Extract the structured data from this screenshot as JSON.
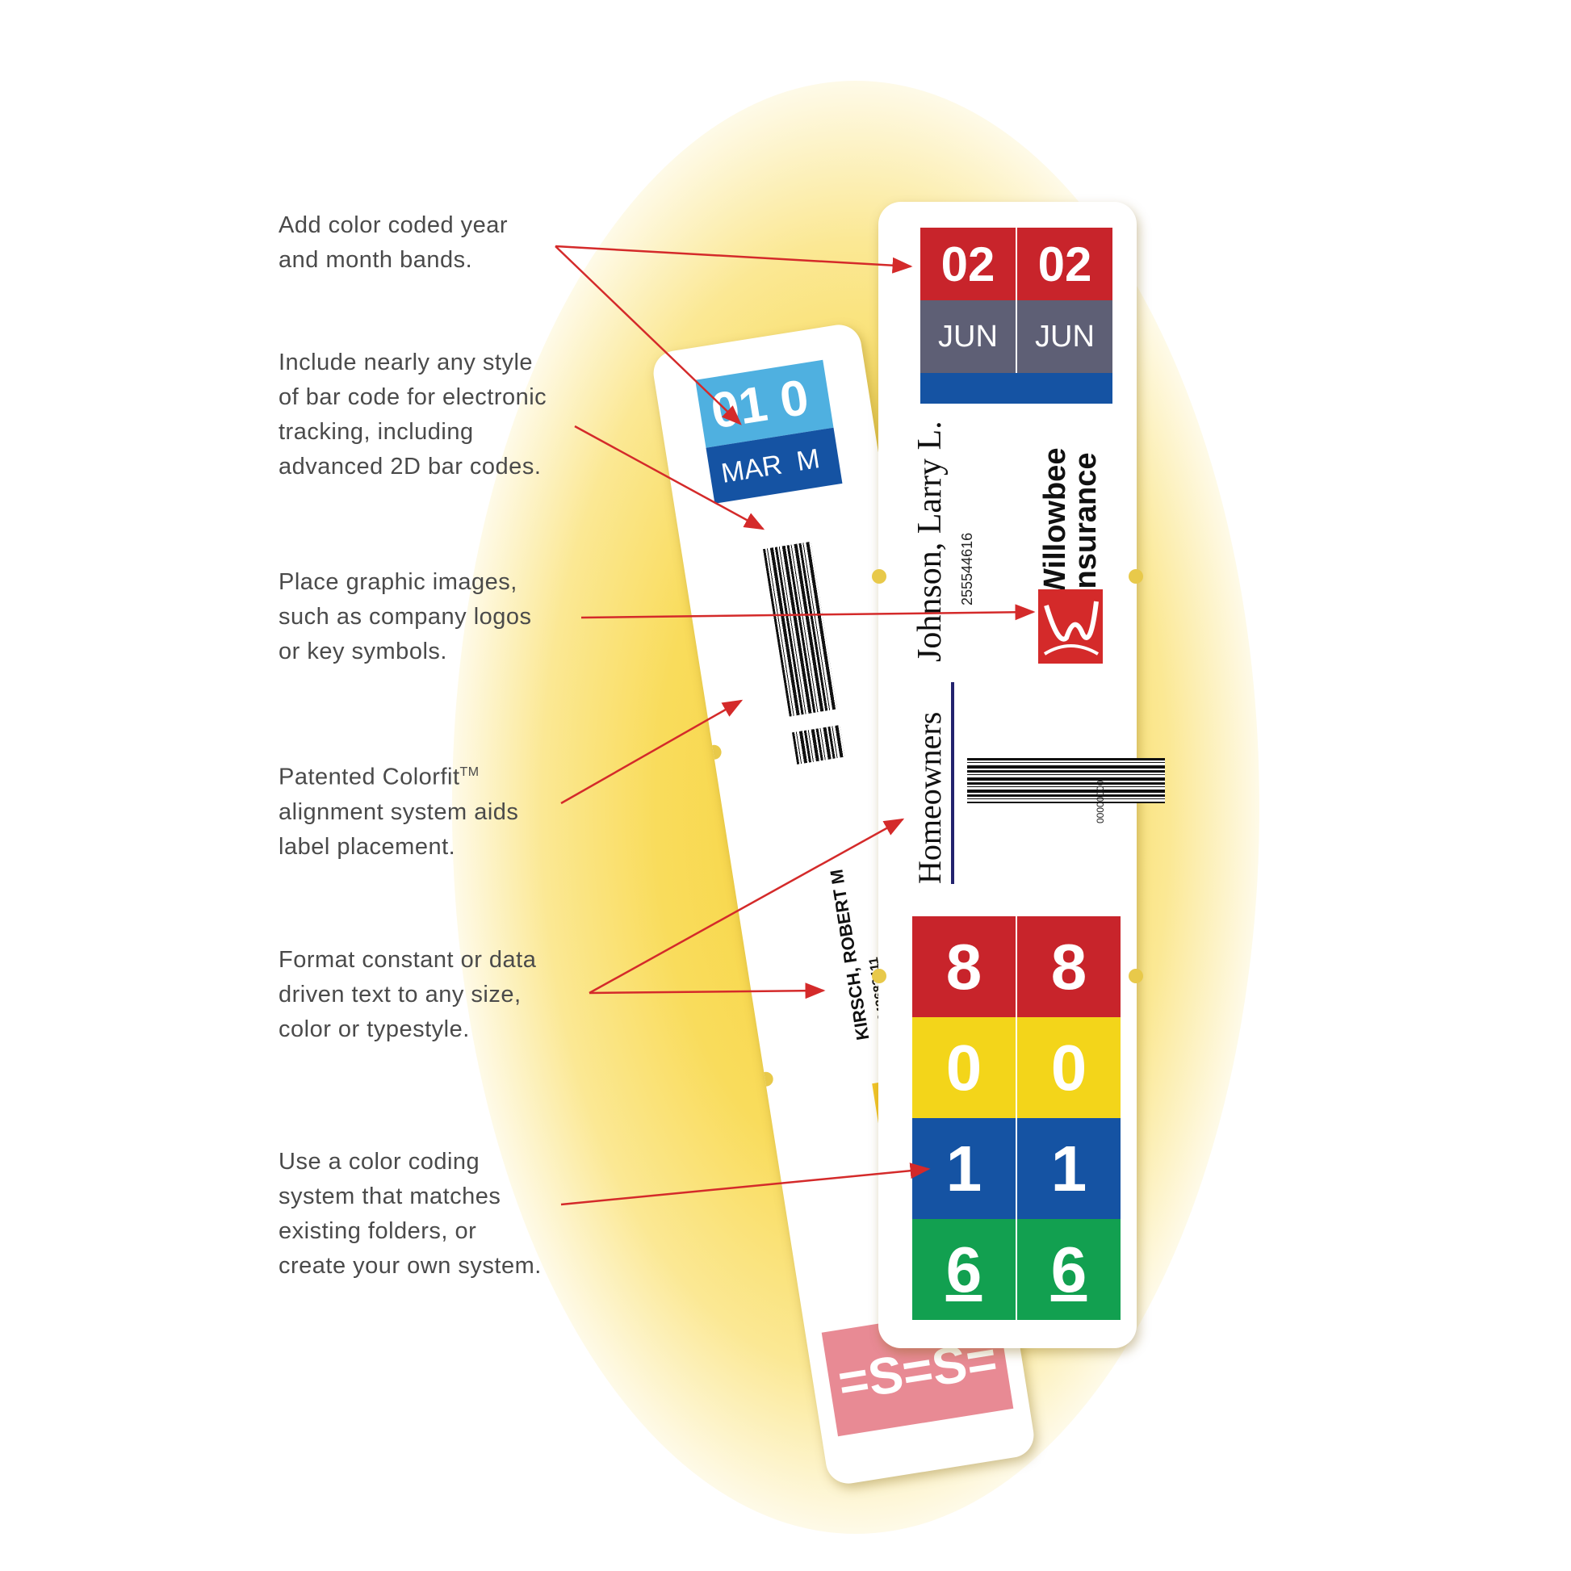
{
  "callouts": [
    {
      "lines": [
        "Add color coded year",
        "and month bands."
      ]
    },
    {
      "lines": [
        "Include nearly any style",
        "of bar code for electronic",
        "tracking, including",
        "advanced 2D bar codes."
      ]
    },
    {
      "lines": [
        "Place graphic images,",
        "such as company logos",
        "or key symbols."
      ]
    },
    {
      "lines": [
        "Patented Colorfit",
        "alignment system aids",
        "label placement."
      ],
      "trademark": "TM"
    },
    {
      "lines": [
        "Format constant or data",
        "driven text to any size,",
        "color or typestyle."
      ]
    },
    {
      "lines": [
        "Use a color coding",
        "system that matches",
        "existing folders, or",
        "create your own system."
      ]
    }
  ],
  "front_label": {
    "year": [
      "02",
      "02"
    ],
    "month": [
      "JUN",
      "JUN"
    ],
    "name": "Johnson, Larry L.",
    "number": "255544616",
    "company": [
      "Willowbee",
      "Insurance"
    ],
    "category": "Homeowners",
    "barcode_text": "00000000",
    "digits": [
      {
        "value": "8",
        "color": "#c8242b"
      },
      {
        "value": "0",
        "color": "#f3d51a"
      },
      {
        "value": "1",
        "color": "#1553a3"
      },
      {
        "value": "6",
        "color": "#12a050"
      }
    ],
    "colors": {
      "year": "#c8242b",
      "month": "#5e5f75",
      "band": "#1553a3",
      "logo": "#d42a2a"
    }
  },
  "back_label": {
    "year": "01",
    "year_partial": "0",
    "month": "MAR",
    "month_partial": "M",
    "name": "KIRSCH, ROBERT M",
    "number": "343683411",
    "letters": "=S=S=",
    "colors": {
      "year": "#4fb0e0",
      "month": "#1553a3",
      "letters": "#e88a94"
    }
  }
}
